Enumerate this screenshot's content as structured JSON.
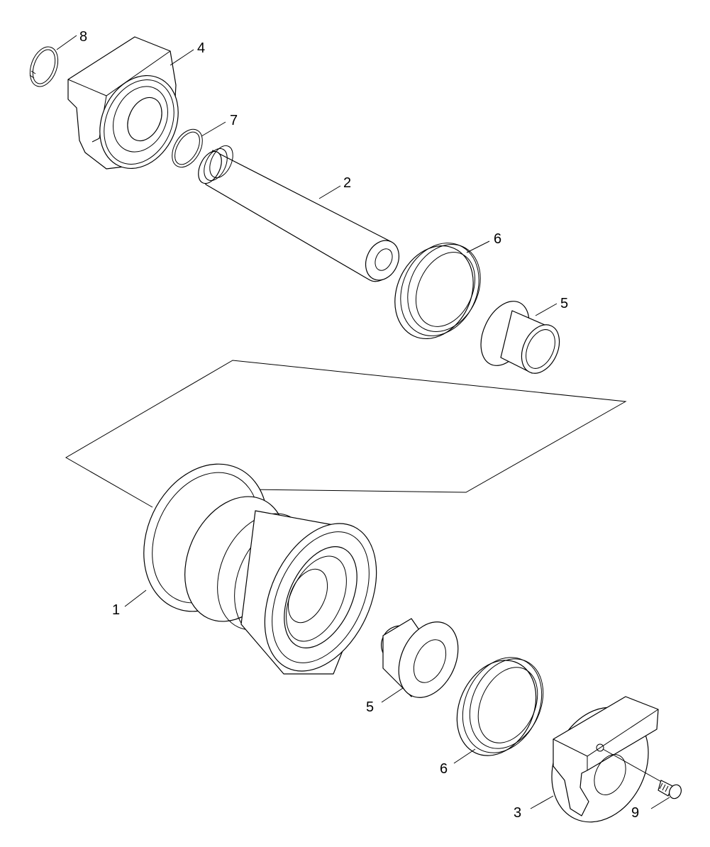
{
  "callouts": {
    "c1": "1",
    "c2": "2",
    "c3": "3",
    "c4": "4",
    "c5a": "5",
    "c5b": "5",
    "c6a": "6",
    "c6b": "6",
    "c7": "7",
    "c8": "8",
    "c9": "9"
  }
}
